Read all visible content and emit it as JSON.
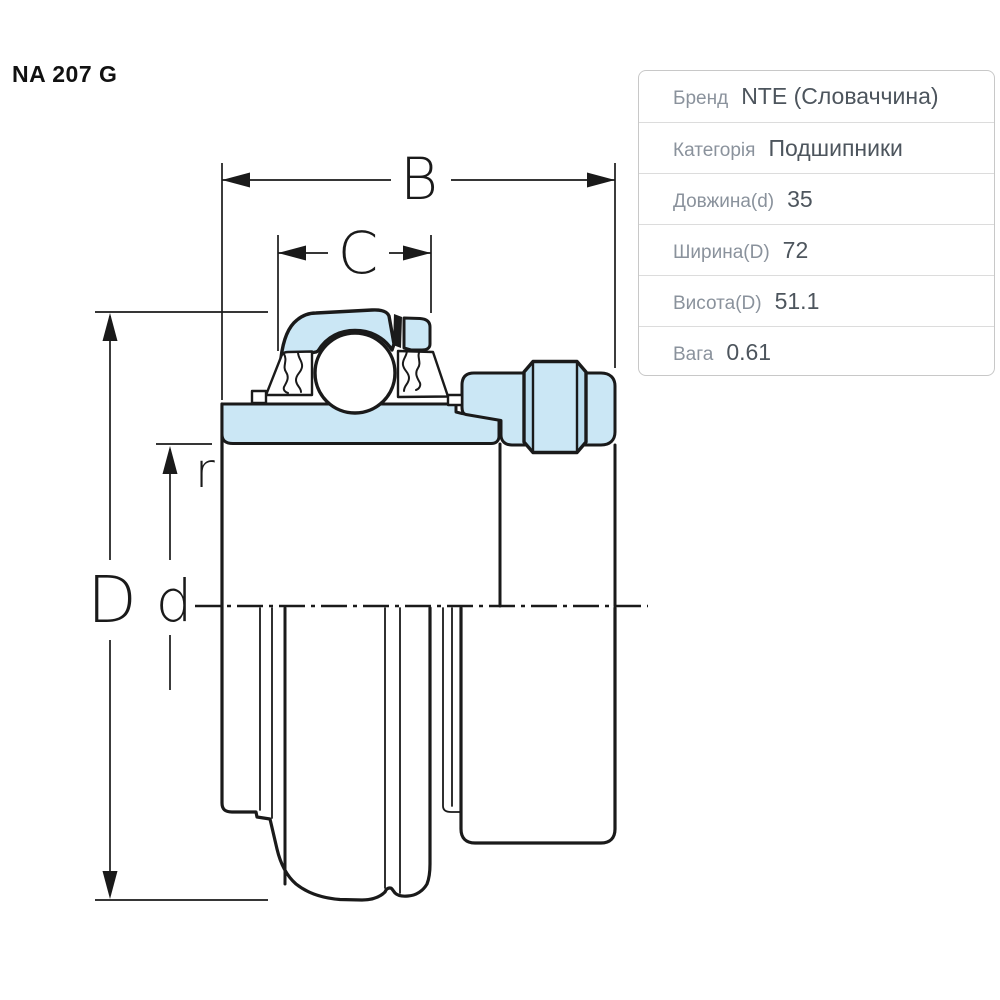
{
  "title": "NA 207 G",
  "table": {
    "rows": [
      {
        "label": "Бренд",
        "value": "NTE (Словаччина)"
      },
      {
        "label": "Категорія",
        "value": "Подшипники"
      },
      {
        "label": "Довжина(d)",
        "value": "35"
      },
      {
        "label": "Ширина(D)",
        "value": "72"
      },
      {
        "label": "Висота(D)",
        "value": "51.1"
      },
      {
        "label": "Вага",
        "value": "0.61"
      }
    ]
  },
  "diagram": {
    "dims": {
      "b": "B",
      "c": "C",
      "d_outer": "D",
      "d_bore": "d",
      "r": "r"
    },
    "colors": {
      "part_fill": "#cbe7f5",
      "facet_fill": "#b9dcee",
      "line": "#1a1a1a"
    }
  }
}
